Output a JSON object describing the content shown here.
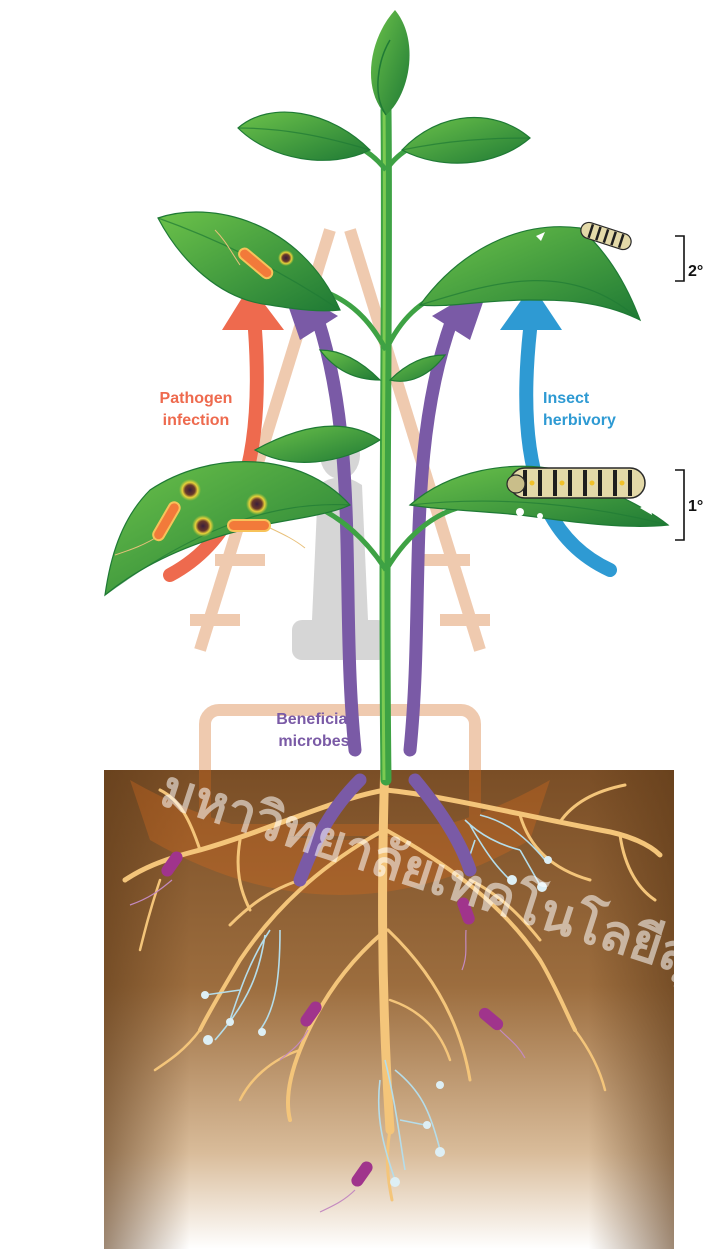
{
  "labels": {
    "pathogen_line1": "Pathogen",
    "pathogen_line2": "infection",
    "insect_line1": "Insect",
    "insect_line2": "herbivory",
    "beneficial_line1": "Beneficial",
    "beneficial_line2": "microbes",
    "secondary_marker": "2°",
    "primary_marker": "1°"
  },
  "watermark": {
    "text": "มหาวิทยาลัยเทคโนโลยีสุรนารี"
  },
  "colors": {
    "pathogen": "#EE6A4E",
    "insect": "#2E9AD3",
    "beneficial": "#7A5AA6",
    "leaf": "#3E9E3C",
    "stem": "#3E9E3C",
    "soil": "#8A5A2B",
    "root": "#F5C77A",
    "hyphae": "#A9D6E6",
    "bacteria": "#A63C8C"
  },
  "icons": [
    "caterpillar-icon",
    "bacterium-icon",
    "mycorrhiza-icon",
    "lesion-icon"
  ]
}
